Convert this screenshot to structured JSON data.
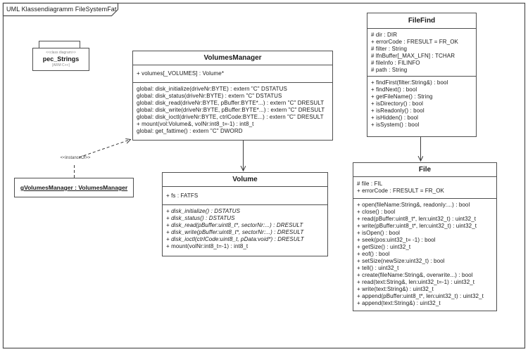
{
  "frame": {
    "title": "UML Klassendiagramm FileSystemFat"
  },
  "package": {
    "stereotype": "<<class diagram>>",
    "name": "pec_Strings",
    "note": "[ARM C++]"
  },
  "object_box": {
    "label": "gVolumesManager : VolumesManager"
  },
  "relations": {
    "instance_of_label": "<<instanceOf>>"
  },
  "classes": {
    "volumes_manager": {
      "name": "VolumesManager",
      "attributes": [
        "+ volumes[_VOLUMES] : Volume*"
      ],
      "methods": [
        "global: disk_initialize(driveNr:BYTE) : extern \"C\" DSTATUS",
        "global: disk_status(driveNr:BYTE) : extern \"C\" DSTATUS",
        "global: disk_read(driveNr:BYTE, pBuffer:BYTE*...) : extern \"C\" DRESULT",
        "global: disk_write(driveNr:BYTE, pBuffer:BYTE*...) : extern \"C\" DRESULT",
        "global: disk_ioctl(driveNr:BYTE, ctrlCode:BYTE...) : extern \"C\" DRESULT",
        "+ mount(vol:Volume&, volNr:int8_t=-1) : int8_t",
        "global: get_fattime() : extern \"C\" DWORD"
      ]
    },
    "file_find": {
      "name": "FileFind",
      "attributes": [
        "# dir : DIR",
        "+ errorCode : FRESULT = FR_OK",
        "# filter : String",
        "# lfnBuffer[_MAX_LFN] : TCHAR",
        "# fileInfo : FILINFO",
        "# path : String"
      ],
      "methods": [
        "+ findFirst(filter:String&) : bool",
        "+ findNext() : bool",
        "+ getFileName() : String",
        "+ isDirectory() : bool",
        "+ isReadonly() : bool",
        "+ isHidden() : bool",
        "+ isSystem() : bool"
      ]
    },
    "volume": {
      "name": "Volume",
      "attributes": [
        "+ fs : FATFS"
      ],
      "methods": [
        {
          "text": "+ disk_initialize() : DSTATUS",
          "italic": true
        },
        {
          "text": "+ disk_status() : DSTATUS",
          "italic": true
        },
        {
          "text": "+ disk_read(pBuffer:uint8_t*, sectorNr:...) : DRESULT",
          "italic": true
        },
        {
          "text": "+ disk_write(pBuffer:uint8_t*, sectorNr:...) : DRESULT",
          "italic": true
        },
        {
          "text": "+ disk_ioctl(ctrlCode:uint8_t, pData:void*) : DRESULT",
          "italic": true
        },
        {
          "text": "+ mount(volNr:int8_t=-1) : int8_t",
          "italic": false
        }
      ]
    },
    "file": {
      "name": "File",
      "attributes": [
        "# file : FIL",
        "+ errorCode : FRESULT = FR_OK"
      ],
      "methods": [
        "+ open(fileName:String&, readonly:...) : bool",
        "+ close() : bool",
        "+ read(pBuffer:uint8_t*, len:uint32_t) : uint32_t",
        "+ write(pBuffer:uint8_t*, len:uint32_t) : uint32_t",
        "+ isOpen() : bool",
        "+ seek(pos:uint32_t= -1) : bool",
        "+ getSize() : uint32_t",
        "+ eof() : bool",
        "+ setSize(newSize:uint32_t) : bool",
        "+ tell() : uint32_t",
        "+ create(fileName:String&, overwrite...) : bool",
        "+ read(text:String&, len:uint32_t=-1) : uint32_t",
        "+ write(text:String&) : uint32_t",
        "+ append(pBuffer:uint8_t*, len:uint32_t) : uint32_t",
        "+ append(text:String&) : uint32_t"
      ]
    }
  },
  "colors": {
    "background": "#ffffff",
    "border": "#4f4f4f",
    "line": "#3c3c3c",
    "text": "#1a1a1a",
    "muted": "#8a8a8a"
  }
}
